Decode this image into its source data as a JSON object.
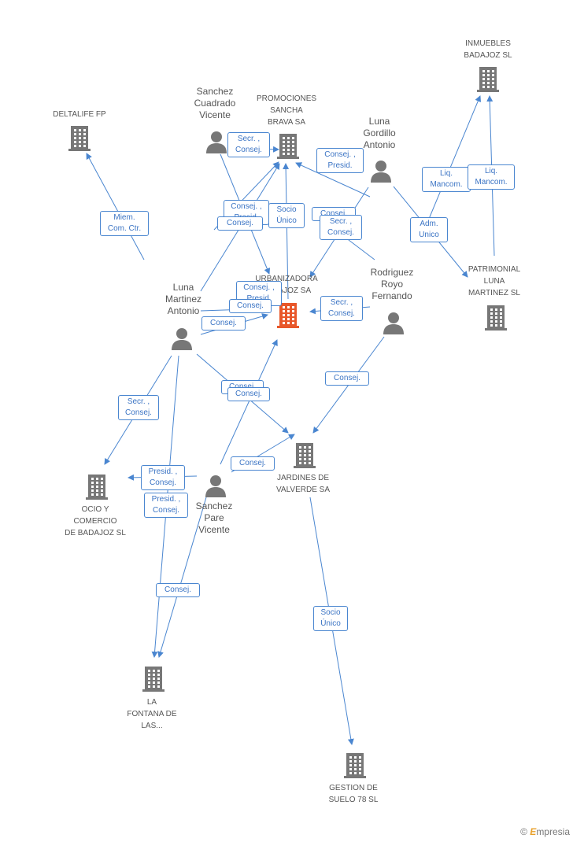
{
  "colors": {
    "edge": "#4a86d0",
    "node": "#777777",
    "highlight": "#e8572a"
  },
  "companies": [
    {
      "id": "deltalife",
      "label": "DELTALIFE FP",
      "icon": "building-icon"
    },
    {
      "id": "promociones",
      "label": "PROMOCIONES\nSANCHA\nBRAVA SA",
      "icon": "building-icon"
    },
    {
      "id": "inmuebles",
      "label": "INMUEBLES\nBADAJOZ SL",
      "icon": "building-icon"
    },
    {
      "id": "urbanizadora",
      "label": "URBANIZADORA\nBADAJOZ SA",
      "icon": "building-icon",
      "highlight": true
    },
    {
      "id": "patrimonial",
      "label": "PATRIMONIAL\nLUNA\nMARTINEZ SL",
      "icon": "building-icon"
    },
    {
      "id": "jardines",
      "label": "JARDINES DE\nVALVERDE SA",
      "icon": "building-icon"
    },
    {
      "id": "ocio",
      "label": "OCIO Y\nCOMERCIO\nDE BADAJOZ SL",
      "icon": "building-icon"
    },
    {
      "id": "fontana",
      "label": "LA\nFONTANA DE\nLAS...",
      "icon": "building-icon"
    },
    {
      "id": "gestion",
      "label": "GESTION DE\nSUELO 78 SL",
      "icon": "building-icon"
    }
  ],
  "persons": [
    {
      "id": "sanchez_cuadrado",
      "label": "Sanchez\nCuadrado\nVicente",
      "icon": "person-icon"
    },
    {
      "id": "luna_gordillo",
      "label": "Luna\nGordillo\nAntonio",
      "icon": "person-icon"
    },
    {
      "id": "luna_martinez",
      "label": "Luna\nMartinez\nAntonio",
      "icon": "person-icon"
    },
    {
      "id": "rodriguez",
      "label": "Rodriguez\nRoyo\nFernando",
      "icon": "person-icon"
    },
    {
      "id": "sanchez_pare",
      "label": "Sanchez\nPare\nVicente",
      "icon": "person-icon"
    }
  ],
  "relations": [
    {
      "from": "luna_martinez",
      "to": "deltalife",
      "label": "Miem.\nCom. Ctr."
    },
    {
      "from": "sanchez_cuadrado",
      "to": "promociones",
      "label": "Secr. ,\nConsej."
    },
    {
      "from": "luna_gordillo",
      "to": "promociones",
      "label": "Consej. ,\nPresid."
    },
    {
      "from": "luna_martinez",
      "to": "promociones",
      "label": "Consej. ,\nPresid."
    },
    {
      "from": "luna_martinez",
      "to": "promociones",
      "label": "Consej."
    },
    {
      "from": "urbanizadora",
      "to": "promociones",
      "label": "Socio\nÚnico"
    },
    {
      "from": "luna_gordillo",
      "to": "urbanizadora",
      "label": "Consej."
    },
    {
      "from": "luna_gordillo",
      "to": "urbanizadora",
      "label": "Secr. ,\nConsej."
    },
    {
      "from": "patrimonial",
      "to": "inmuebles",
      "label": "Liq.\nMancom."
    },
    {
      "from": "patrimonial",
      "to": "inmuebles",
      "label": "Liq.\nMancom."
    },
    {
      "from": "luna_gordillo",
      "to": "patrimonial",
      "label": "Adm.\nUnico"
    },
    {
      "from": "sanchez_cuadrado",
      "to": "urbanizadora",
      "label": "Consej. ,\nPresid."
    },
    {
      "from": "luna_martinez",
      "to": "urbanizadora",
      "label": "Consej."
    },
    {
      "from": "luna_martinez",
      "to": "urbanizadora",
      "label": "Consej."
    },
    {
      "from": "rodriguez",
      "to": "urbanizadora",
      "label": "Secr. ,\nConsej."
    },
    {
      "from": "rodriguez",
      "to": "jardines",
      "label": "Consej."
    },
    {
      "from": "luna_martinez",
      "to": "jardines",
      "label": "Consej."
    },
    {
      "from": "sanchez_pare",
      "to": "jardines",
      "label": "Consej."
    },
    {
      "from": "sanchez_pare",
      "to": "urbanizadora",
      "label": "Consej."
    },
    {
      "from": "luna_martinez",
      "to": "ocio",
      "label": "Secr. ,\nConsej."
    },
    {
      "from": "sanchez_pare",
      "to": "ocio",
      "label": "Presid. ,\nConsej."
    },
    {
      "from": "luna_martinez",
      "to": "fontana",
      "label": "Presid. ,\nConsej."
    },
    {
      "from": "sanchez_pare",
      "to": "fontana",
      "label": "Consej."
    },
    {
      "from": "jardines",
      "to": "gestion",
      "label": "Socio\nÚnico"
    }
  ],
  "footer": {
    "copyright": "©",
    "brand_first": "E",
    "brand_rest": "mpresia"
  }
}
